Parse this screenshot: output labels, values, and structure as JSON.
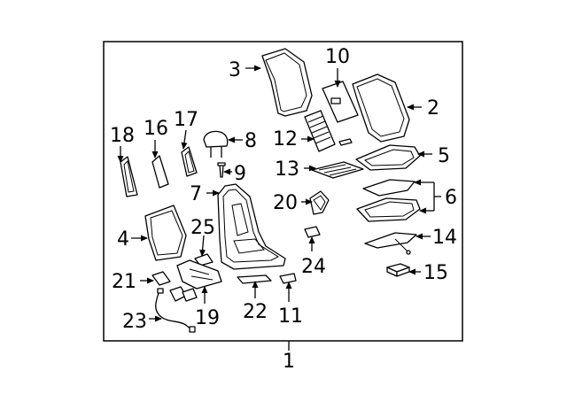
{
  "diagram": {
    "labels": {
      "l1": "1",
      "l2": "2",
      "l3": "3",
      "l4": "4",
      "l5": "5",
      "l6": "6",
      "l7": "7",
      "l8": "8",
      "l9": "9",
      "l10": "10",
      "l11": "11",
      "l12": "12",
      "l13": "13",
      "l14": "14",
      "l15": "15",
      "l16": "16",
      "l17": "17",
      "l18": "18",
      "l19": "19",
      "l20": "20",
      "l21": "21",
      "l22": "22",
      "l23": "23",
      "l24": "24",
      "l25": "25"
    }
  }
}
